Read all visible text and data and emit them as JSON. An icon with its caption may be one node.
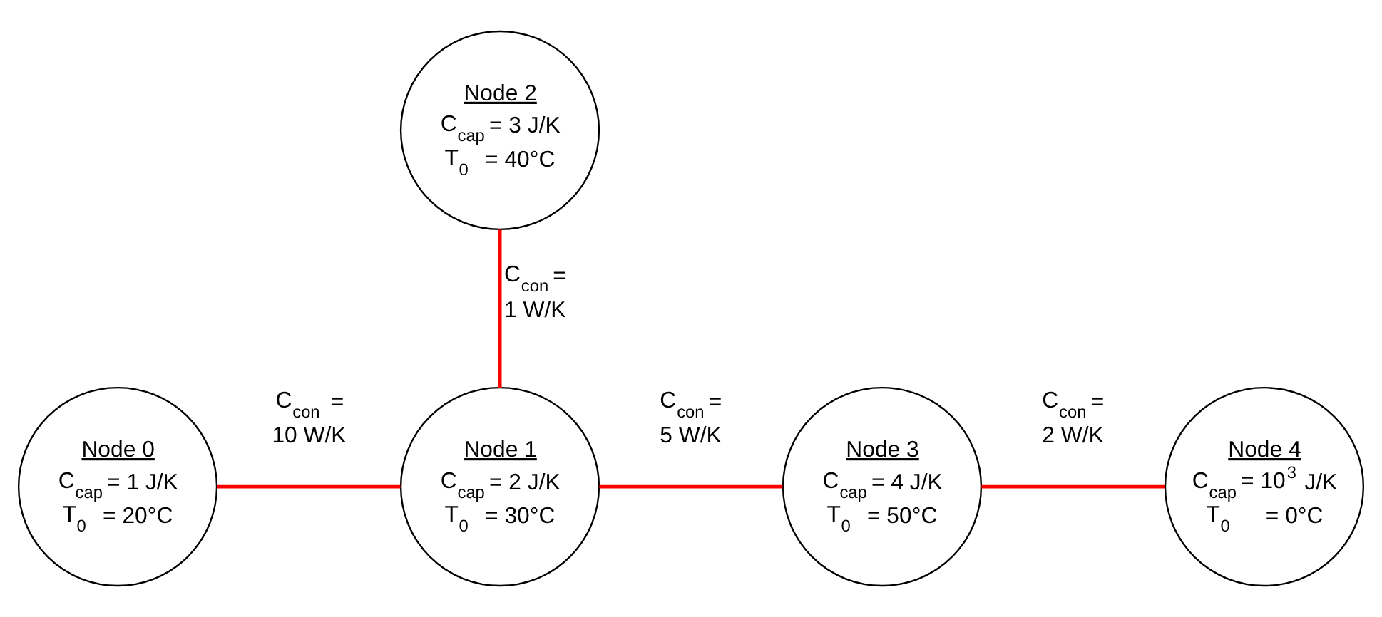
{
  "diagram": {
    "nodes": [
      {
        "text": [
          "Node 0",
          "C$_{cap}$ = 1 J/K",
          "T$_{0}$ = 20°C"
        ]
      },
      {
        "text": [
          "Node 1",
          "C$_{cap}$ = 2 J/K",
          "T$_{0}$ = 30°C"
        ]
      },
      {
        "text": [
          "Node 2",
          "C$_{cap}$ = 3 J/K",
          "T$_{0}$ = 40°C"
        ]
      },
      {
        "text": [
          "Node 3",
          "C$_{cap}$ = 4 J/K",
          "T$_{0}$ = 50°C"
        ]
      },
      {
        "text": [
          "Node 4",
          "C$_{cap}$ = 10$^{3}$ J/K",
          "T$_{0}$ = 0°C"
        ]
      }
    ],
    "edges": [
      {
        "from": 2,
        "to": 1,
        "arrow": "none",
        "label": "C$_{con}$ = 1 W/K"
      },
      {
        "from": 0,
        "to": 1,
        "arrow": "none",
        "label": "C$_{con}$ = 10 W/K"
      },
      {
        "from": 1,
        "to": 3,
        "arrow": "none",
        "label": "C$_{con}$ = 5 W/K"
      },
      {
        "from": 3,
        "to": 4,
        "arrow": "none",
        "label": "C$_{con}$ = 2 W/K"
      }
    ]
  }
}
